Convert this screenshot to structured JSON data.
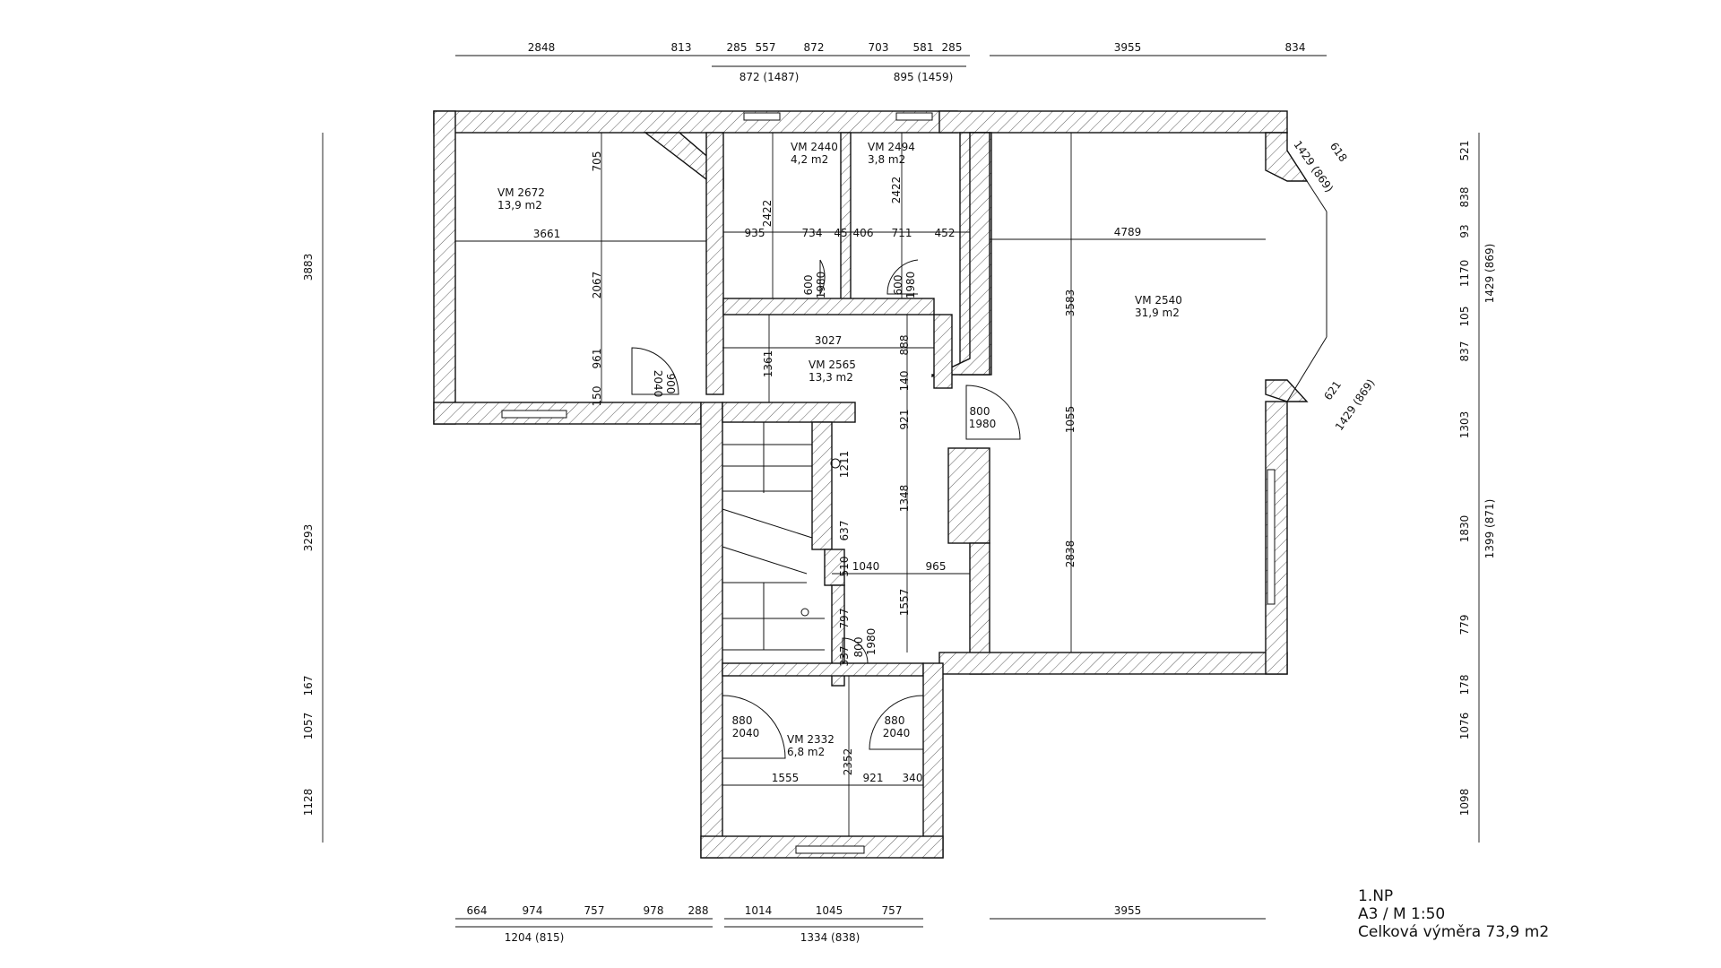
{
  "title_block": {
    "floor": "1.NP",
    "scale": "A3 / M 1:50",
    "total_area": "Celková výměra 73,9 m2"
  },
  "rooms": [
    {
      "id": "2672",
      "name": "VM 2672",
      "area": "13,9 m2"
    },
    {
      "id": "2440",
      "name": "VM 2440",
      "area": "4,2 m2"
    },
    {
      "id": "2494",
      "name": "VM 2494",
      "area": "3,8 m2"
    },
    {
      "id": "2540",
      "name": "VM 2540",
      "area": "31,9 m2"
    },
    {
      "id": "2565",
      "name": "VM 2565",
      "area": "13,3 m2"
    },
    {
      "id": "2332",
      "name": "VM 2332",
      "area": "6,8 m2"
    }
  ],
  "top_dims": [
    "2848",
    "813",
    "285",
    "557",
    "872",
    "703",
    "581",
    "285",
    "3955",
    "834",
    "872 (1487)",
    "895 (1459)"
  ],
  "bottom_dims": [
    "664",
    "974",
    "757",
    "978",
    "288",
    "1014",
    "1045",
    "757",
    "1204 (815)",
    "1334 (838)",
    "3955"
  ],
  "left_dims": [
    "3883",
    "3293",
    "167",
    "1057",
    "1128"
  ],
  "right_dims": [
    "521",
    "838",
    "93",
    "1170",
    "105",
    "837",
    "1303",
    "1830",
    "779",
    "178",
    "1076",
    "1098",
    "1429 (869)",
    "1399 (871)"
  ],
  "window_dims": [
    "618",
    "1429 (869)",
    "621",
    "1429 (869)"
  ],
  "interior_dims": [
    "705",
    "2067",
    "961",
    "150",
    "3661",
    "2422",
    "2422",
    "935",
    "734",
    "45",
    "406",
    "711",
    "452",
    "4789",
    "3583",
    "1055",
    "2838",
    "3027",
    "888",
    "1361",
    "140",
    "921",
    "1348",
    "1211",
    "637",
    "510",
    "1040",
    "965",
    "797",
    "1557",
    "337",
    "1555",
    "921",
    "340",
    "2352"
  ],
  "door_labels": [
    "900",
    "2040",
    "600",
    "1980",
    "600",
    "1980",
    "800",
    "1980",
    "800",
    "1980",
    "880",
    "2040",
    "880",
    "2040"
  ]
}
